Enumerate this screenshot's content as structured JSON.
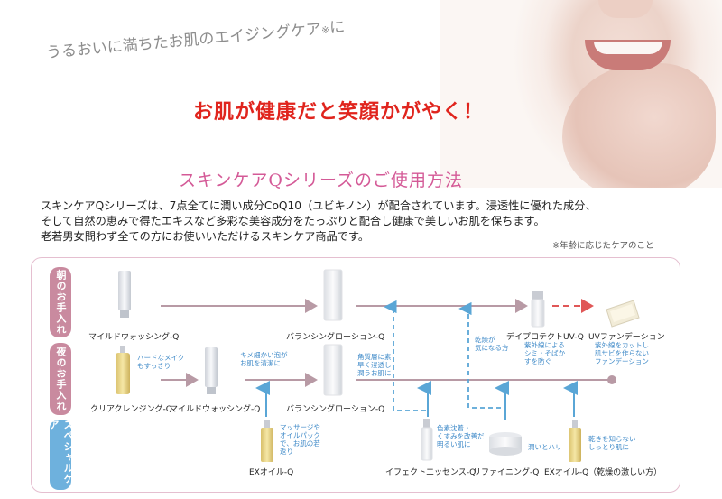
{
  "hero": {
    "tagline": "うるおいに満ちたお肌のエイジングケア",
    "tagline_mark": "※",
    "tagline_end": "に",
    "headline": "お肌が健康だと笑顔かがやく！"
  },
  "section_title": "スキンケアQシリーズのご使用方法",
  "intro": [
    "スキンケアQシリーズは、7点全てに潤い成分CoQ10（ユビキノン）が配合されています。浸透性に優れた成分、",
    "そして自然の恵みで得たエキスなど多彩な美容成分をたっぷりと配合し健康で美しいお肌を保ちます。",
    "老若男女問わず全ての方にお使いいただけるスキンケア商品です。"
  ],
  "footnote": "※年齢に応じたケアのこと",
  "rows": {
    "morning": "朝のお手入れ",
    "night": "夜のお手入れ",
    "special": "スペシャルケア"
  },
  "products": {
    "mild_washing_am": "マイルドウォッシング-Q",
    "balancing_lotion_am": "バランシングローション-Q",
    "day_protect_uv": "デイプロテクトUV-Q",
    "uv_foundation": "UVファンデーション",
    "clear_cleansing": "クリアクレンジング-Q",
    "mild_washing_pm": "マイルドウォッシング-Q",
    "balancing_lotion_pm": "バランシングローション-Q",
    "ex_oil": "EXオイル-Q",
    "effect_essence": "イフェクトエッセンス-Q",
    "refining": "リファイニング-Q",
    "ex_oil_dry": "EXオイル-Q（乾燥の激しい方）"
  },
  "notes": {
    "hard_makeup": [
      "ハードなメイク",
      "もすっきり"
    ],
    "fine_foam": [
      "キメ細かい泡が",
      "お肌を清潔に"
    ],
    "stratum": [
      "角質層に素",
      "早く浸透し",
      "潤うお肌に"
    ],
    "dry_concern": [
      "乾燥が",
      "気になる方"
    ],
    "uv_protect": [
      "紫外線による",
      "シミ・そばか",
      "すを防ぐ"
    ],
    "uv_cut": [
      "紫外線をカットし",
      "肌サビを作らない",
      "ファンデーション"
    ],
    "massage": [
      "マッサージや",
      "オイルパック",
      "で、お肌の若",
      "返り"
    ],
    "dullness": [
      "色素沈着・",
      "くすみを改善だ",
      "明るい肌に"
    ],
    "elasticity": [
      "潤いとハリ"
    ],
    "no_dryness": [
      "乾きを知らない",
      "しっとり肌に"
    ]
  }
}
